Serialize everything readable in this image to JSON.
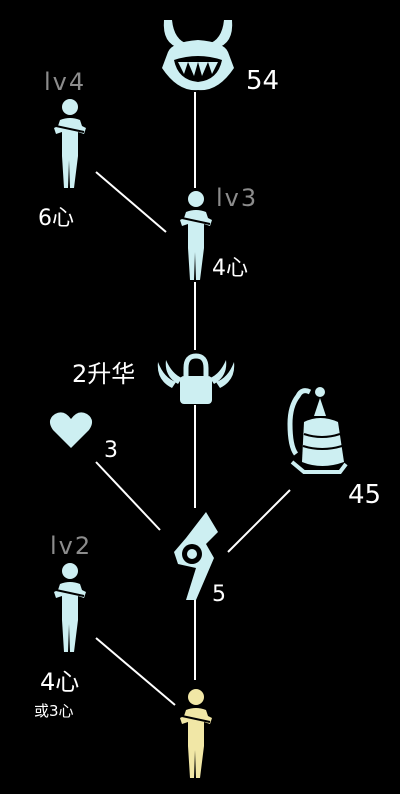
{
  "colors": {
    "icon": "#cdeff2",
    "special": "#f1e7a6",
    "line": "#ffffff",
    "level": "#8c8c8c"
  },
  "nodes": {
    "demon": {
      "icon": "horned-demon-mask-icon",
      "cost": "54"
    },
    "friend_lv4": {
      "icon": "emote-figure-icon",
      "level": "lv4",
      "cost": "6心"
    },
    "friend_lv3": {
      "icon": "emote-figure-icon",
      "level": "lv3",
      "cost": "4心"
    },
    "lock": {
      "icon": "winged-lock-icon",
      "cost": "2升华"
    },
    "heart": {
      "icon": "heart-icon",
      "cost": "3"
    },
    "lantern": {
      "icon": "lantern-icon",
      "cost": "45"
    },
    "star": {
      "icon": "winged-light-star-icon",
      "cost": "5"
    },
    "friend_lv2": {
      "icon": "emote-figure-icon",
      "level": "lv2",
      "cost": "4心",
      "alt_cost": "或3心"
    },
    "root": {
      "icon": "golden-figure-icon"
    }
  }
}
